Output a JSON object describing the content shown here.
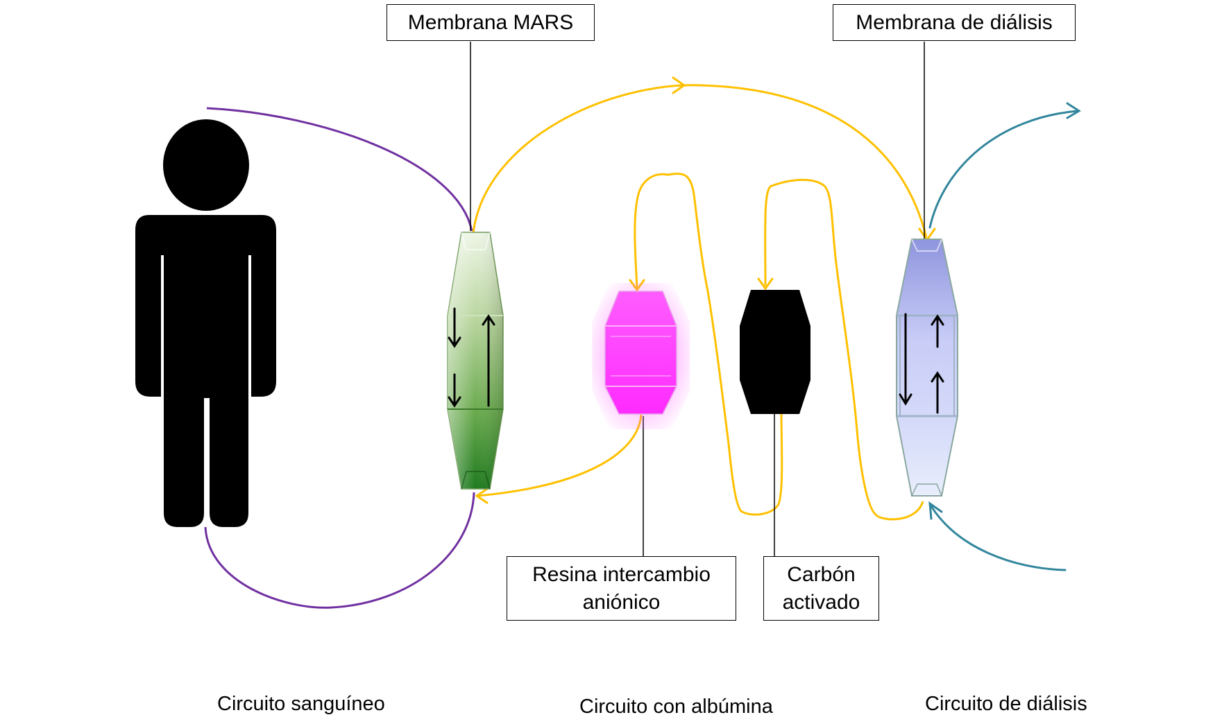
{
  "labels": {
    "mars_membrane": "Membrana MARS",
    "dialysis_membrane": "Membrana de diálisis",
    "resin_line1": "Resina intercambio",
    "resin_line2": "aniónico",
    "carbon_line1": "Carbón",
    "carbon_line2": "activado"
  },
  "captions": {
    "blood_circuit": "Circuito sanguíneo",
    "albumin_circuit": "Circuito con albúmina",
    "dialysis_circuit": "Circuito de diálisis"
  },
  "colors": {
    "blood_line": "#7030a0",
    "albumin_line": "#ffc000",
    "dialysate_line": "#31859c",
    "mars_filter": "#4e9a3a",
    "resin_column": "#ff33ff",
    "carbon_column": "#000000",
    "dialysis_filter": "#a8aeee",
    "person": "#000000"
  },
  "icons": {
    "person": "person-silhouette-icon"
  }
}
